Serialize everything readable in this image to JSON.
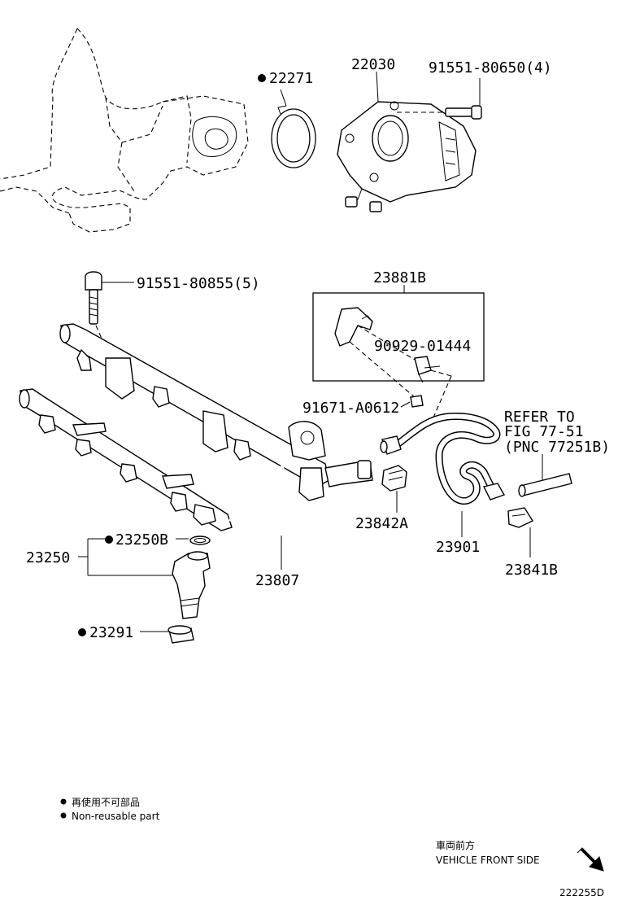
{
  "labels": {
    "p22271": "22271",
    "p22030": "22030",
    "p91551_80650": "91551-80650(4)",
    "p91551_80855": "91551-80855(5)",
    "p23881b": "23881B",
    "p90929": "90929-01444",
    "p91671": "91671-A0612",
    "p23250b": "23250B",
    "p23250": "23250",
    "p23291": "23291",
    "p23807": "23807",
    "p23842a": "23842A",
    "p23901": "23901",
    "p23841b": "23841B",
    "refer1": "REFER TO",
    "refer2": "FIG 77-51",
    "refer3": "(PNC 77251B)"
  },
  "legend": {
    "jp": "再使用不可部品",
    "en": "Non-reusable part"
  },
  "direction": {
    "jp": "車両前方",
    "en": "VEHICLE FRONT SIDE"
  },
  "figure_id": "222255D",
  "icons": {
    "non_reusable": "filled-circle",
    "direction": "arrow-down-right"
  }
}
